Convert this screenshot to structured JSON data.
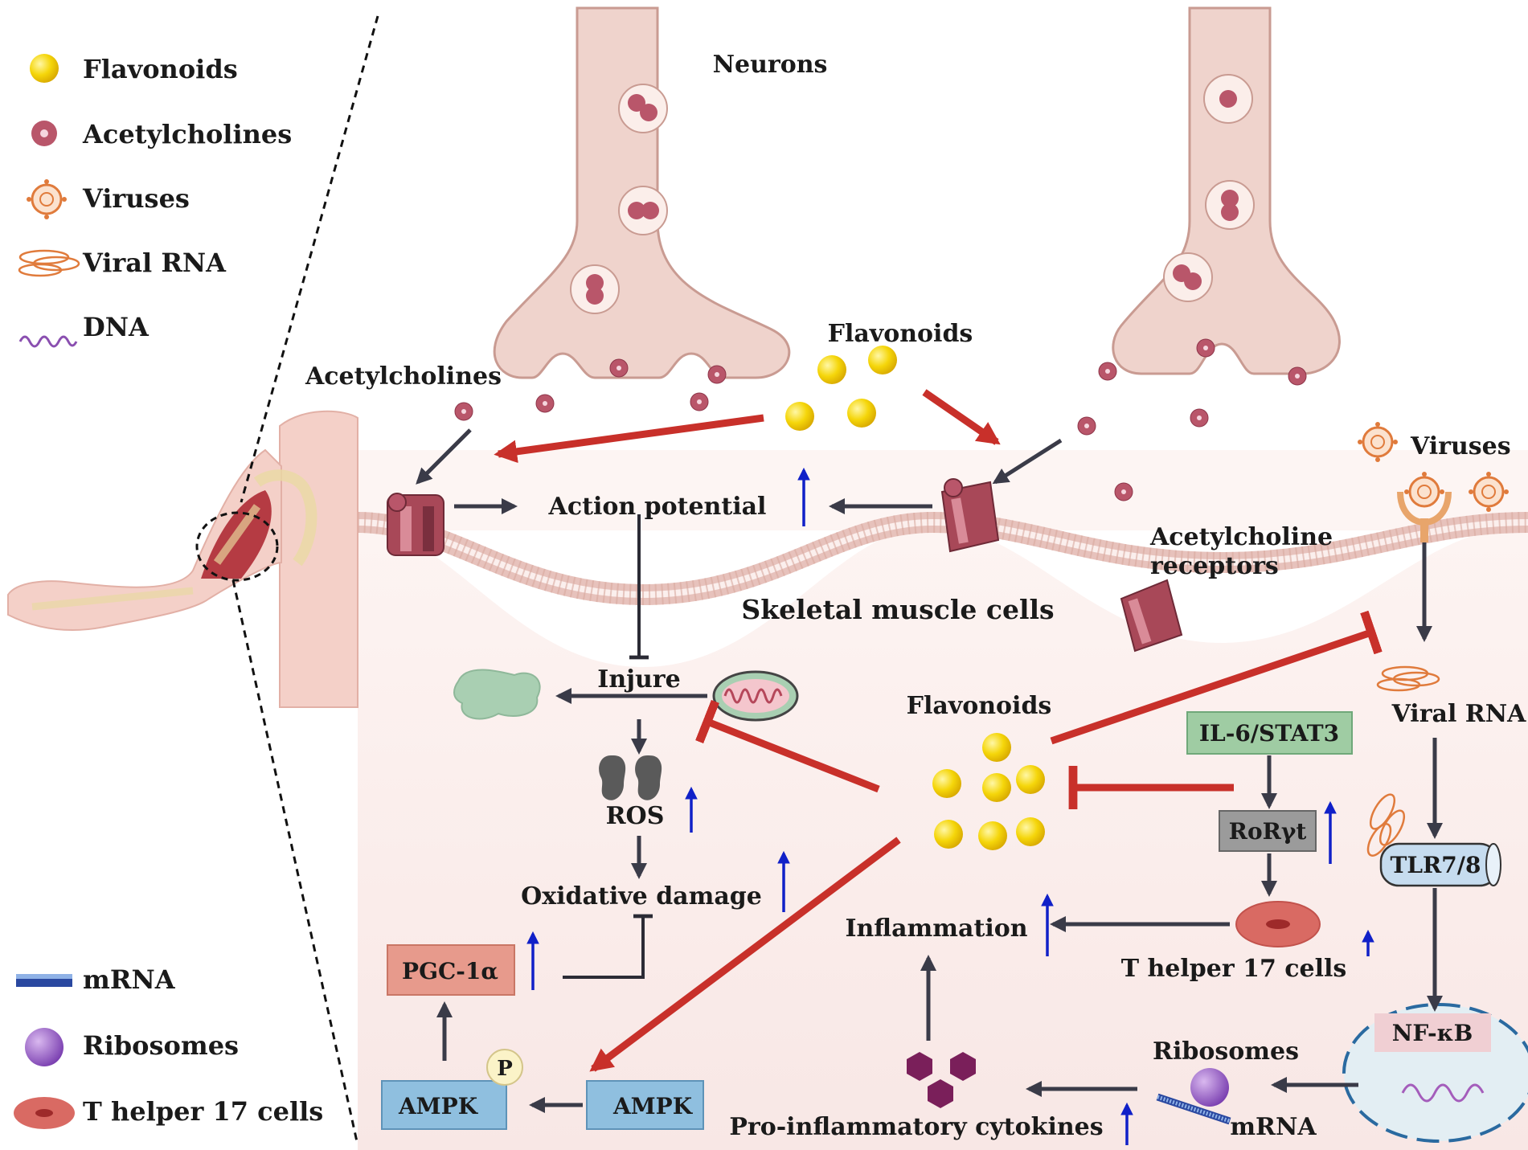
{
  "legend": {
    "top": [
      {
        "icon": "flavonoid-icon",
        "label": "Flavonoids"
      },
      {
        "icon": "acetylcholine-icon",
        "label": "Acetylcholines"
      },
      {
        "icon": "virus-icon",
        "label": "Viruses"
      },
      {
        "icon": "viral-rna-icon",
        "label": "Viral RNA"
      },
      {
        "icon": "dna-icon",
        "label": "DNA"
      }
    ],
    "bottom": [
      {
        "icon": "mrna-icon",
        "label": "mRNA"
      },
      {
        "icon": "ribosome-icon",
        "label": "Ribosomes"
      },
      {
        "icon": "th17-cell-icon",
        "label": "T helper 17 cells"
      }
    ]
  },
  "labels": {
    "neurons": "Neurons",
    "flavonoids_top": "Flavonoids",
    "acetylcholines": "Acetylcholines",
    "viruses": "Viruses",
    "action_potential": "Action potential",
    "acetylcholine_receptors_1": "Acetylcholine",
    "acetylcholine_receptors_2": "receptors",
    "skeletal_muscle_cells": "Skeletal muscle cells",
    "injure": "Injure",
    "flavonoids_center": "Flavonoids",
    "viral_rna": "Viral RNA",
    "ros": "ROS",
    "oxidative_damage": "Oxidative damage",
    "inflammation": "Inflammation",
    "t_helper_17_cells": "T helper 17 cells",
    "ribosomes": "Ribosomes",
    "mrna": "mRNA",
    "pro_inflammatory_cytokines": "Pro-inflammatory cytokines",
    "phospho": "P"
  },
  "boxes": {
    "il6_stat3": "IL-6/STAT3",
    "rorgt": "RoRγt",
    "tlr78": "TLR7/8",
    "nfkb": "NF-κB",
    "pgc1a": "PGC-1α",
    "ampk_p": "AMPK",
    "ampk": "AMPK"
  },
  "colors": {
    "inhibit_red": "#c8302a",
    "arrow_dark": "#3a3b48",
    "up_arrow_blue": "#1020c8",
    "neuron_fill": "#efd3cc",
    "neuron_stroke": "#c99b92",
    "flavonoid_yellow": "#f5d60a",
    "acetylcholine": "#b9566a",
    "receptor": "#a84858",
    "cell_background": "#fbf0ee",
    "il6_box": "#9fcca3",
    "rorgt_box": "#9b9b9b",
    "tlr_box": "#c6dcef",
    "nfkb_box": "#f0cfd3",
    "pgc_box": "#e79a8c",
    "ampk_box": "#8fbfdf"
  }
}
